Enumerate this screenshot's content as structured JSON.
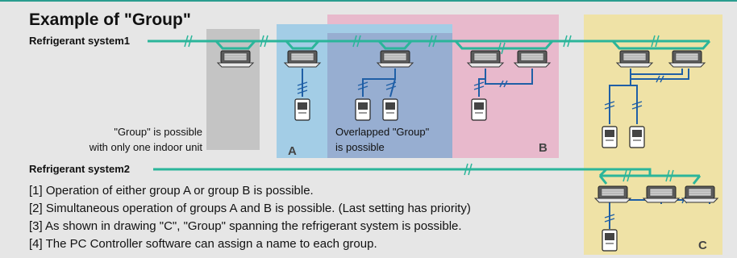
{
  "title": "Example of \"Group\"",
  "systems": {
    "system1": "Refrigerant system1",
    "system2": "Refrigerant system2"
  },
  "zones": {
    "a": "A",
    "b": "B",
    "c": "C"
  },
  "annotations": {
    "single_line1": "\"Group\" is possible",
    "single_line2": "with only one indoor unit",
    "overlap_line1": "Overlapped \"Group\"",
    "overlap_line2": "is possible"
  },
  "notes": [
    "[1] Operation of either group A or group B is possible.",
    "[2] Simultaneous operation of groups A and B is possible. (Last setting has priority)",
    "[3] As shown in drawing \"C\", \"Group\" spanning the refrigerant system is possible.",
    "[4] The PC Controller software can assign a name to each group."
  ],
  "colors": {
    "refrigerant_pipe": "#2bb59a",
    "control_wire": "#1f5fa6",
    "zone_single": "#c4c4c4",
    "zone_a": "#a3cde6",
    "zone_b": "#e8b9cc",
    "zone_overlap": "#97aed1",
    "zone_c": "#efe2a6"
  },
  "icons": [
    "ceiling-cassette-indoor-unit",
    "wall-remote-controller",
    "pipe-break-mark"
  ]
}
